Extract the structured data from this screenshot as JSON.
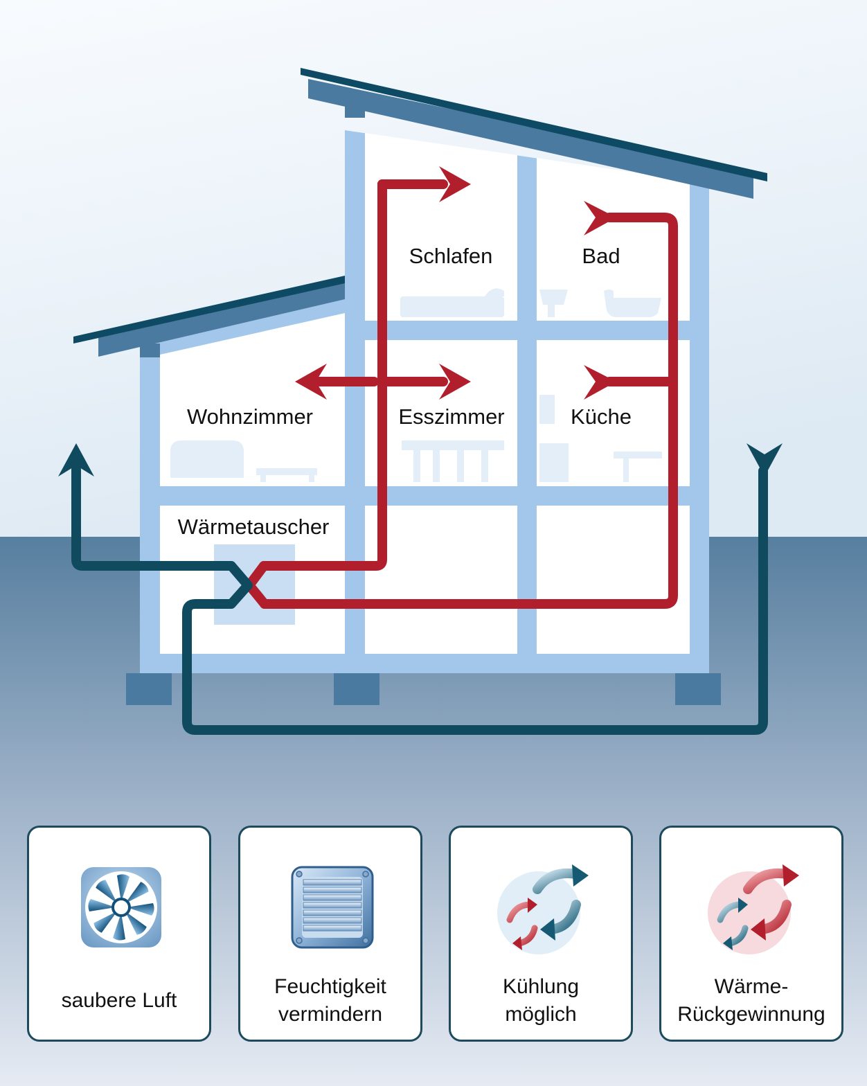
{
  "rooms": {
    "schlafen": "Schlafen",
    "bad": "Bad",
    "wohnzimmer": "Wohnzimmer",
    "esszimmer": "Esszimmer",
    "kueche": "Küche",
    "waermetauscher": "Wärmetauscher"
  },
  "features": [
    {
      "line1": "saubere Luft",
      "line2": "",
      "icon": "fan-icon"
    },
    {
      "line1": "Feuchtigkeit",
      "line2": "vermindern",
      "icon": "vent-grille-icon"
    },
    {
      "line1": "Kühlung",
      "line2": "möglich",
      "icon": "cooling-cycle-icon"
    },
    {
      "line1": "Wärme-",
      "line2": "Rückgewinnung",
      "icon": "heat-recovery-icon"
    }
  ],
  "colors": {
    "warm_air": "#b01f2b",
    "fresh_air": "#0f4a5e",
    "frame": "#a3c7ea",
    "roof": "#4a7aa0",
    "roof_edge": "#0e4a64"
  }
}
